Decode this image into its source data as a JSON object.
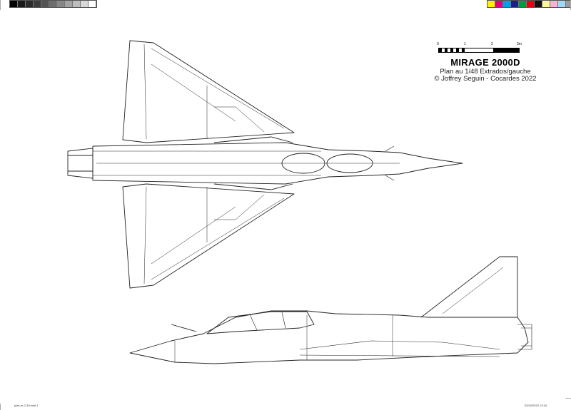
{
  "title": "MIRAGE 2000D",
  "subtitle": "Plan au 1/48 Extrados/gauche",
  "credit": "© Joffrey Seguin - Cocardes 2022",
  "scale_bar": {
    "labels": [
      "0",
      "1",
      "2",
      "3m"
    ]
  },
  "footer": {
    "left": "plan-m-2-3d.indd 1",
    "right": "03/10/2022 13:34"
  },
  "swatches": {
    "gray": [
      "#000000",
      "#1a1a1a",
      "#2b2b2b",
      "#3d3d3d",
      "#555555",
      "#6d6d6d",
      "#888888",
      "#a3a3a3",
      "#bdbdbd",
      "#d8d8d8",
      "#ffffff"
    ],
    "color": [
      "#fff200",
      "#e4007c",
      "#00a0e9",
      "#1d2088",
      "#009944",
      "#e60012",
      "#111111",
      "#fff799",
      "#f4b3d0",
      "#9fd9f6",
      "#9c9c9c"
    ]
  }
}
